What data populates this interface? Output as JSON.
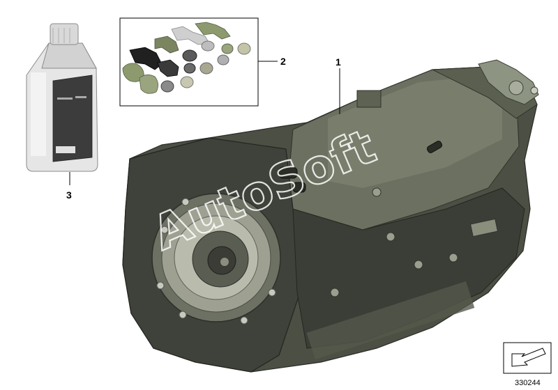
{
  "diagram": {
    "callouts": [
      {
        "id": "1",
        "label": "1",
        "part": "automatic-transmission"
      },
      {
        "id": "2",
        "label": "2",
        "part": "plug-kit"
      },
      {
        "id": "3",
        "label": "3",
        "part": "transmission-fluid-bottle"
      }
    ],
    "watermark": "AutoSoft",
    "document_number": "330244",
    "colors": {
      "background": "#ffffff",
      "gearbox_dark": "#3a3d36",
      "gearbox_mid": "#5f6455",
      "gearbox_light": "#8a8f7d",
      "bottle_body": "#e8e8e8",
      "bottle_label": "#3c3c3c",
      "plug_green": "#8c9a6e",
      "plug_black": "#202020",
      "plug_grey": "#b8b8b8"
    }
  }
}
